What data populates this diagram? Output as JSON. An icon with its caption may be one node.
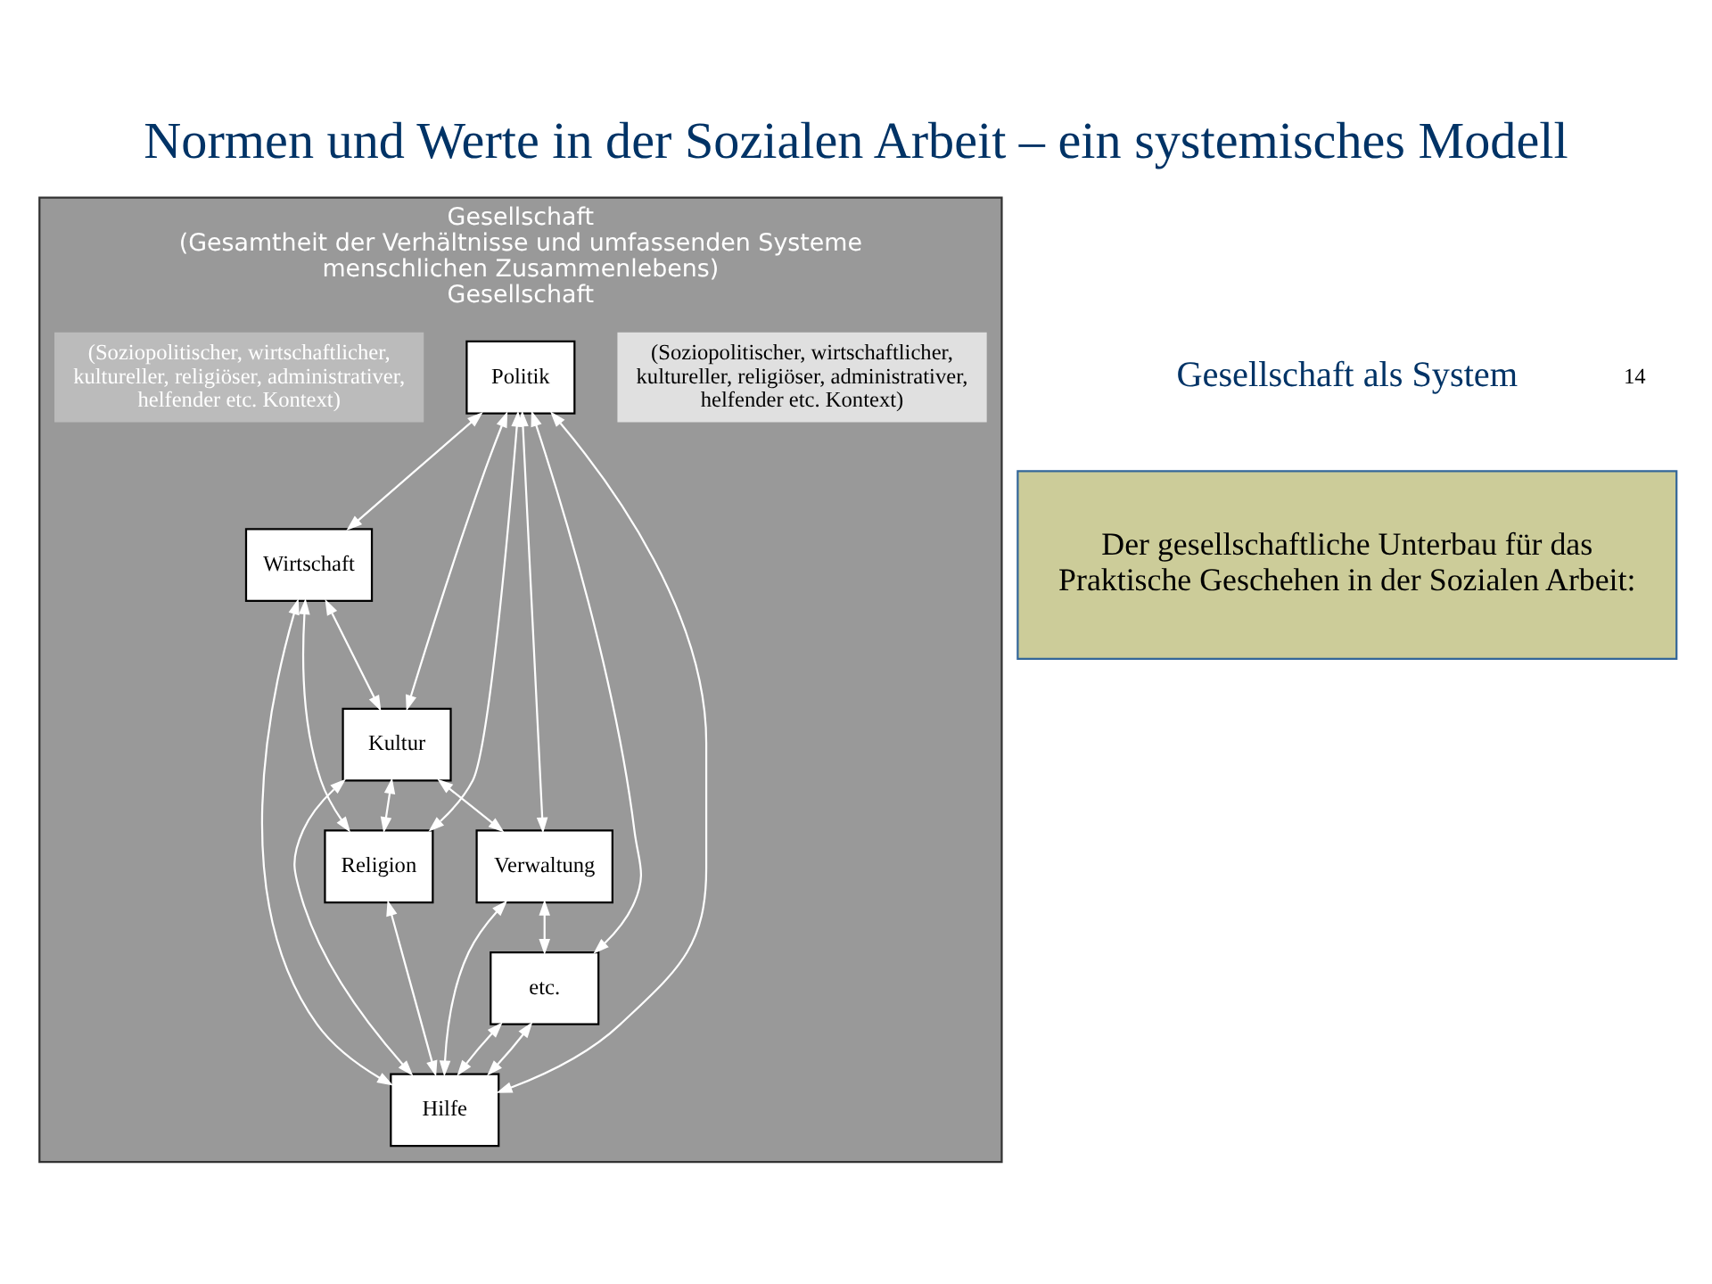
{
  "diagram": {
    "title": "Normen und Werte in der Sozialen Arbeit – ein systemisches Modell",
    "nodes": [
      {
        "text": [
          "Gesellschaft",
          "(Gesamtheit der Verhältnisse und umfassenden Systeme menschlichen Zusammenlebens)",
          "Gesellschaft"
        ]
      },
      {
        "text": [
          "(Soziopolitischer, wirtschaftlicher, kultureller, religiöser, administrativer, helfender etc. Kontext)"
        ],
        "in": 0
      },
      {
        "text": [
          "Politik"
        ],
        "in": 0
      },
      {
        "text": [
          "Wirtschaft"
        ],
        "in": 0
      },
      {
        "text": [
          "Kultur"
        ],
        "in": 0
      },
      {
        "text": [
          "Religion"
        ],
        "in": 0
      },
      {
        "text": [
          "Verwaltung"
        ],
        "in": 0
      },
      {
        "text": [
          "Hilfe"
        ],
        "in": 0
      },
      {
        "text": [
          "etc."
        ],
        "in": 0
      },
      {
        "text": [
          "(Soziopolitischer, wirtschaftlicher, kultureller, religiöser, administrativer, helfender etc. Kontext)"
        ],
        "in": 0
      },
      {
        "text": [
          "Der gesellschaftliche Unterbau für das Praktische Geschehen in der Sozialen Arbeit:"
        ]
      }
    ],
    "edges": [
      {
        "from": 2,
        "to": 3,
        "arrow": "both"
      },
      {
        "from": 2,
        "to": 4,
        "arrow": "both"
      },
      {
        "from": 2,
        "to": 6,
        "arrow": "both"
      },
      {
        "from": 2,
        "to": 8,
        "arrow": "both"
      },
      {
        "from": 2,
        "to": 5,
        "arrow": "both"
      },
      {
        "from": 2,
        "to": 7,
        "arrow": "both"
      },
      {
        "from": 3,
        "to": 4,
        "arrow": "both"
      },
      {
        "from": 3,
        "to": 5,
        "arrow": "both"
      },
      {
        "from": 3,
        "to": 7,
        "arrow": "both"
      },
      {
        "from": 4,
        "to": 5,
        "arrow": "both"
      },
      {
        "from": 4,
        "to": 6,
        "arrow": "both"
      },
      {
        "from": 4,
        "to": 7,
        "arrow": "both"
      },
      {
        "from": 6,
        "to": 7,
        "arrow": "both"
      },
      {
        "from": 6,
        "to": 8,
        "arrow": "both"
      },
      {
        "from": 5,
        "to": 7,
        "arrow": "both"
      },
      {
        "from": 8,
        "to": 7,
        "arrow": "both"
      },
      {
        "from": 8,
        "to": 7,
        "arrow": "both"
      }
    ],
    "labels": [
      "Gesellschaft als System",
      "14"
    ]
  }
}
